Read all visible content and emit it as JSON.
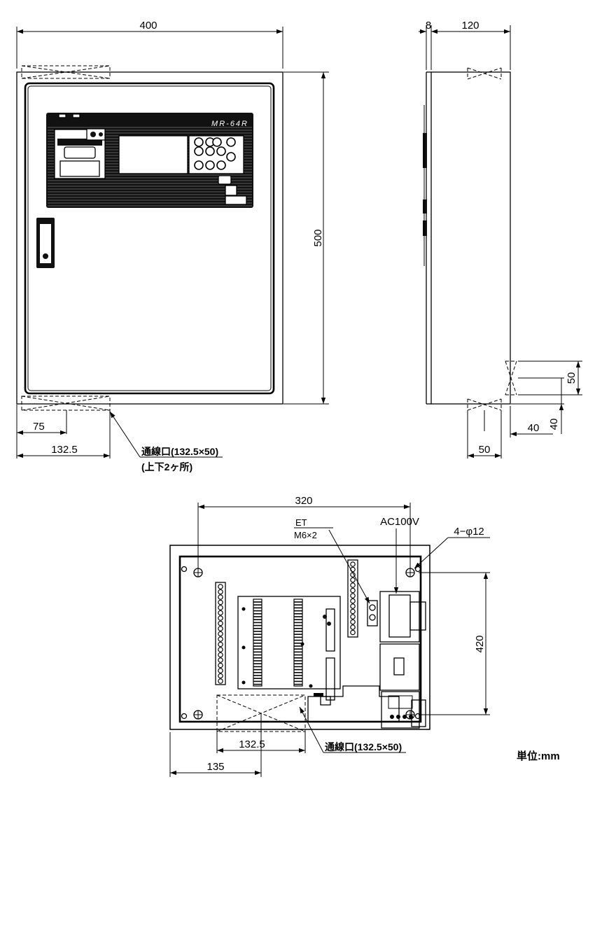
{
  "front_view": {
    "width_dim": "400",
    "height_dim": "500",
    "vent_offset_dim": "75",
    "vent_width_dim": "132.5",
    "vent_label": "通線口(132.5×50)",
    "vent_sublabel": "(上下2ヶ所)",
    "model_logo": "MR-64R"
  },
  "side_view": {
    "flange_dim": "8",
    "depth_dim": "120",
    "vent_height_dim": "50",
    "bottom_offset_dim": "40",
    "bottom_offset_dim_2": "40",
    "vent_depth_dim": "50"
  },
  "inner_view": {
    "hole_pitch_dim": "320",
    "hole_vertical_dim": "420",
    "earth_terminal_label": "ET",
    "earth_terminal_spec": "M6×2",
    "power_label": "AC100V",
    "holes_label": "4−φ12",
    "vent_width_dim": "132.5",
    "vent_offset_dim": "135",
    "vent_label": "通線口(132.5×50)"
  },
  "unit_label": "単位:mm"
}
